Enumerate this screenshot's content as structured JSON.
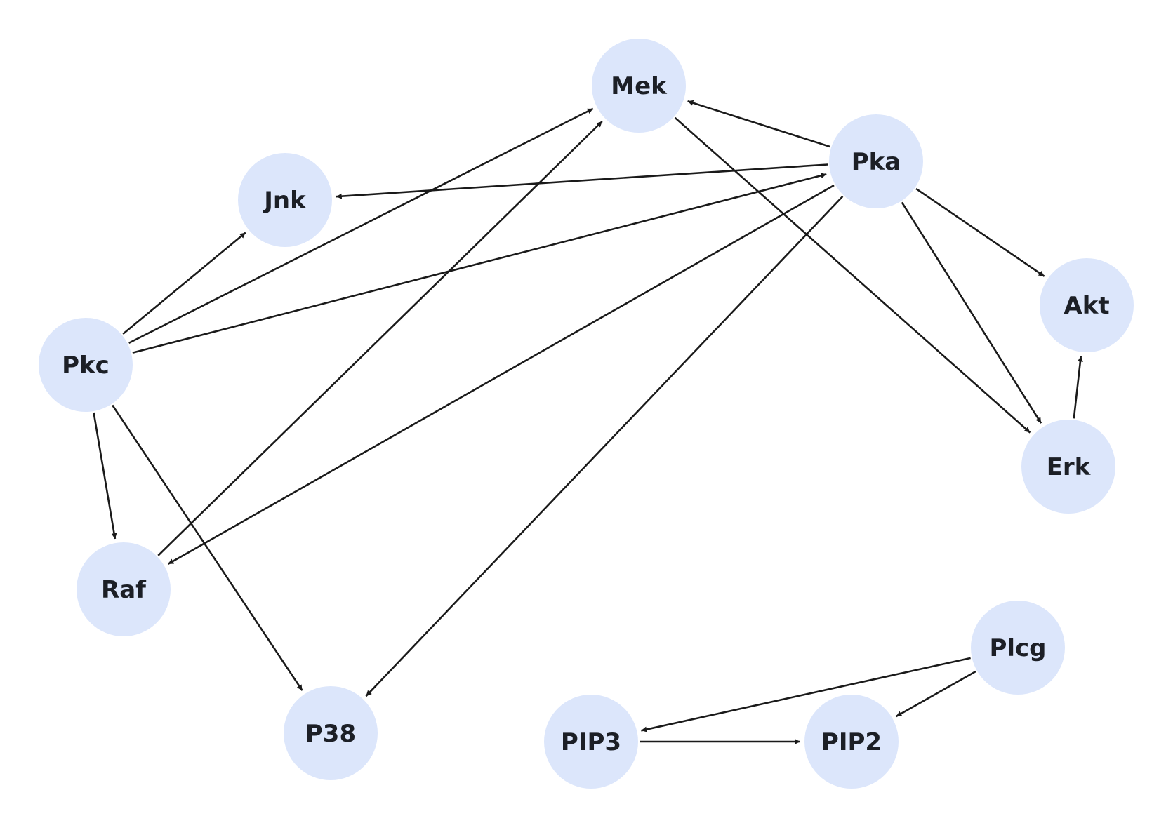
{
  "graph": {
    "colors": {
      "node_fill": "#dce6fb",
      "edge": "#1a1a1a",
      "label": "#1c1f26",
      "background": "#ffffff"
    },
    "nodes": [
      {
        "id": "Mek",
        "label": "Mek"
      },
      {
        "id": "Pka",
        "label": "Pka"
      },
      {
        "id": "Jnk",
        "label": "Jnk"
      },
      {
        "id": "Akt",
        "label": "Akt"
      },
      {
        "id": "Pkc",
        "label": "Pkc"
      },
      {
        "id": "Erk",
        "label": "Erk"
      },
      {
        "id": "Raf",
        "label": "Raf"
      },
      {
        "id": "Plcg",
        "label": "Plcg"
      },
      {
        "id": "P38",
        "label": "P38"
      },
      {
        "id": "PIP3",
        "label": "PIP3"
      },
      {
        "id": "PIP2",
        "label": "PIP2"
      }
    ],
    "edges": [
      {
        "from": "Pka",
        "to": "Mek"
      },
      {
        "from": "Pka",
        "to": "Jnk"
      },
      {
        "from": "Pka",
        "to": "Akt"
      },
      {
        "from": "Pka",
        "to": "Erk"
      },
      {
        "from": "Pka",
        "to": "Raf"
      },
      {
        "from": "Pka",
        "to": "P38"
      },
      {
        "from": "Mek",
        "to": "Erk"
      },
      {
        "from": "Erk",
        "to": "Akt"
      },
      {
        "from": "Pkc",
        "to": "Jnk"
      },
      {
        "from": "Pkc",
        "to": "Mek"
      },
      {
        "from": "Pkc",
        "to": "Pka"
      },
      {
        "from": "Pkc",
        "to": "Raf"
      },
      {
        "from": "Pkc",
        "to": "P38"
      },
      {
        "from": "Raf",
        "to": "Mek"
      },
      {
        "from": "Plcg",
        "to": "PIP3"
      },
      {
        "from": "Plcg",
        "to": "PIP2"
      },
      {
        "from": "PIP3",
        "to": "PIP2"
      }
    ]
  }
}
